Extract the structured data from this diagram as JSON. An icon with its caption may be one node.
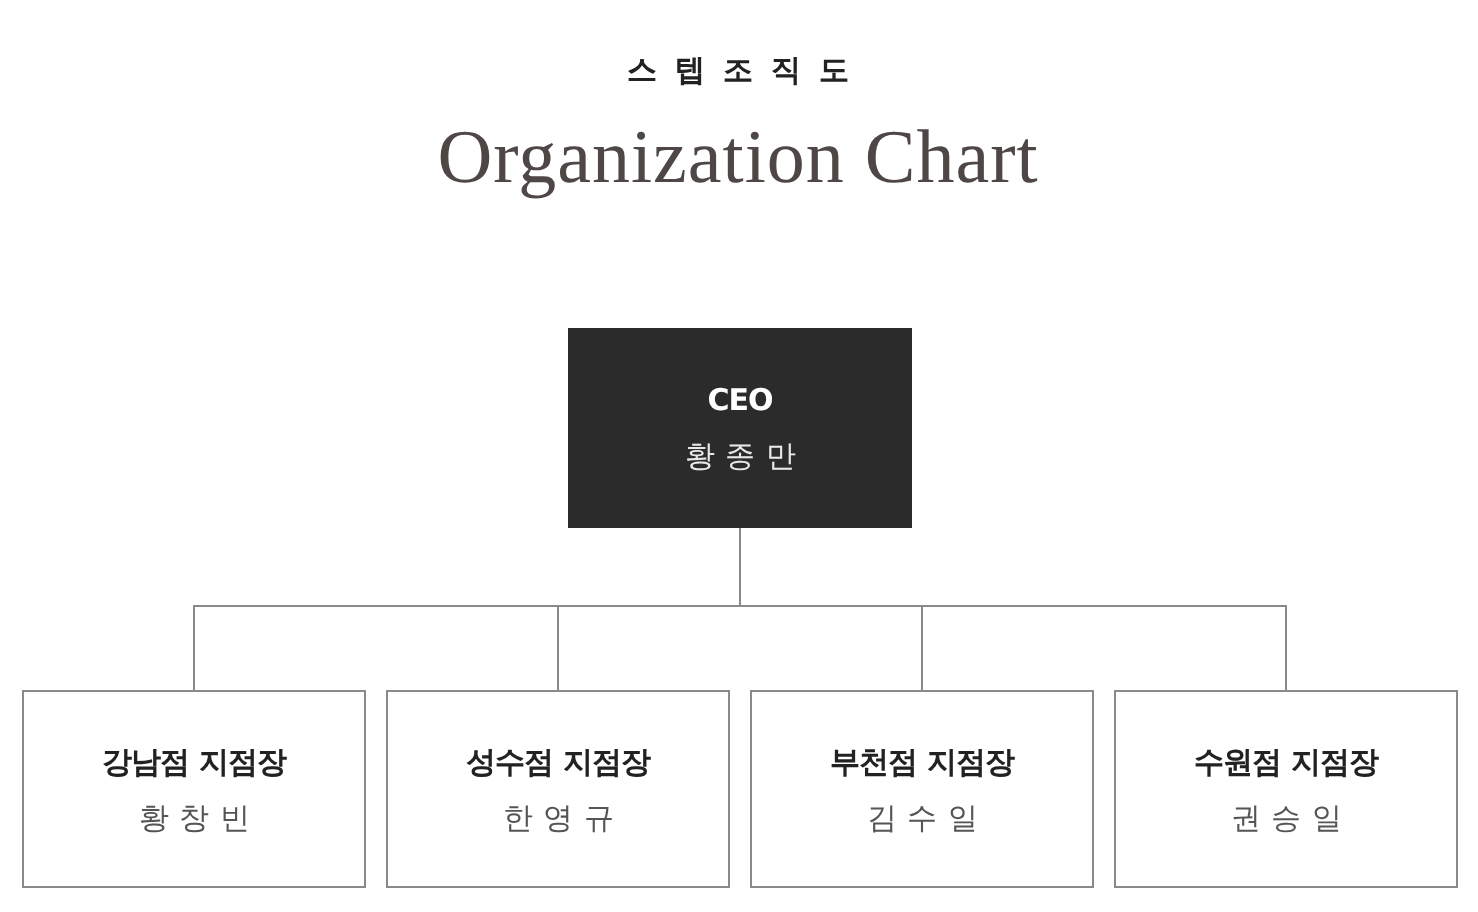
{
  "diagram": {
    "title": "스텝조직도",
    "nodes": [
      {
        "text": [
          "CEO",
          "황종만"
        ]
      },
      {
        "text": [
          "강남점 지점장",
          "황창빈"
        ]
      },
      {
        "text": [
          "성수점 지점장",
          "한영규"
        ]
      },
      {
        "text": [
          "부천점 지점장",
          "김수일"
        ]
      },
      {
        "text": [
          "수원점 지점장",
          "권승일"
        ]
      }
    ],
    "edges": [
      {
        "from": 0,
        "to": 1,
        "arrow": "none"
      },
      {
        "from": 0,
        "to": 2,
        "arrow": "none"
      },
      {
        "from": 0,
        "to": 3,
        "arrow": "none"
      },
      {
        "from": 0,
        "to": 4,
        "arrow": "none"
      }
    ],
    "labels": [
      "Organization Chart"
    ]
  }
}
